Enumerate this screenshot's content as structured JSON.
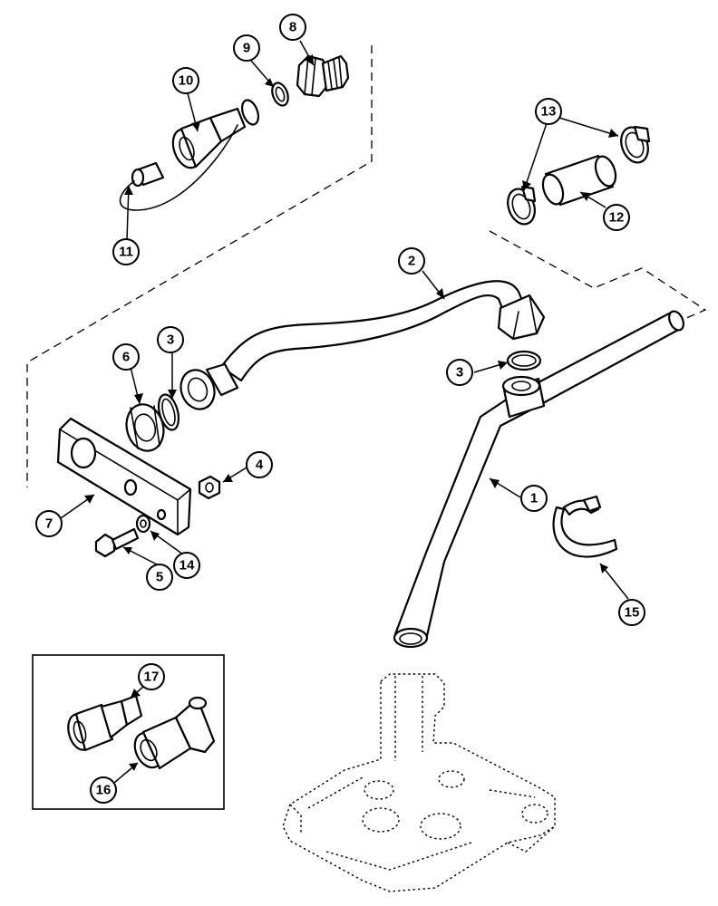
{
  "callouts": [
    {
      "id": "c1",
      "label": "1"
    },
    {
      "id": "c2",
      "label": "2"
    },
    {
      "id": "c3a",
      "label": "3"
    },
    {
      "id": "c3b",
      "label": "3"
    },
    {
      "id": "c4",
      "label": "4"
    },
    {
      "id": "c5",
      "label": "5"
    },
    {
      "id": "c6",
      "label": "6"
    },
    {
      "id": "c7",
      "label": "7"
    },
    {
      "id": "c8",
      "label": "8"
    },
    {
      "id": "c9",
      "label": "9"
    },
    {
      "id": "c10",
      "label": "10"
    },
    {
      "id": "c11",
      "label": "11"
    },
    {
      "id": "c12",
      "label": "12"
    },
    {
      "id": "c13",
      "label": "13"
    },
    {
      "id": "c14",
      "label": "14"
    },
    {
      "id": "c15",
      "label": "15"
    },
    {
      "id": "c16",
      "label": "16"
    },
    {
      "id": "c17",
      "label": "17"
    }
  ]
}
